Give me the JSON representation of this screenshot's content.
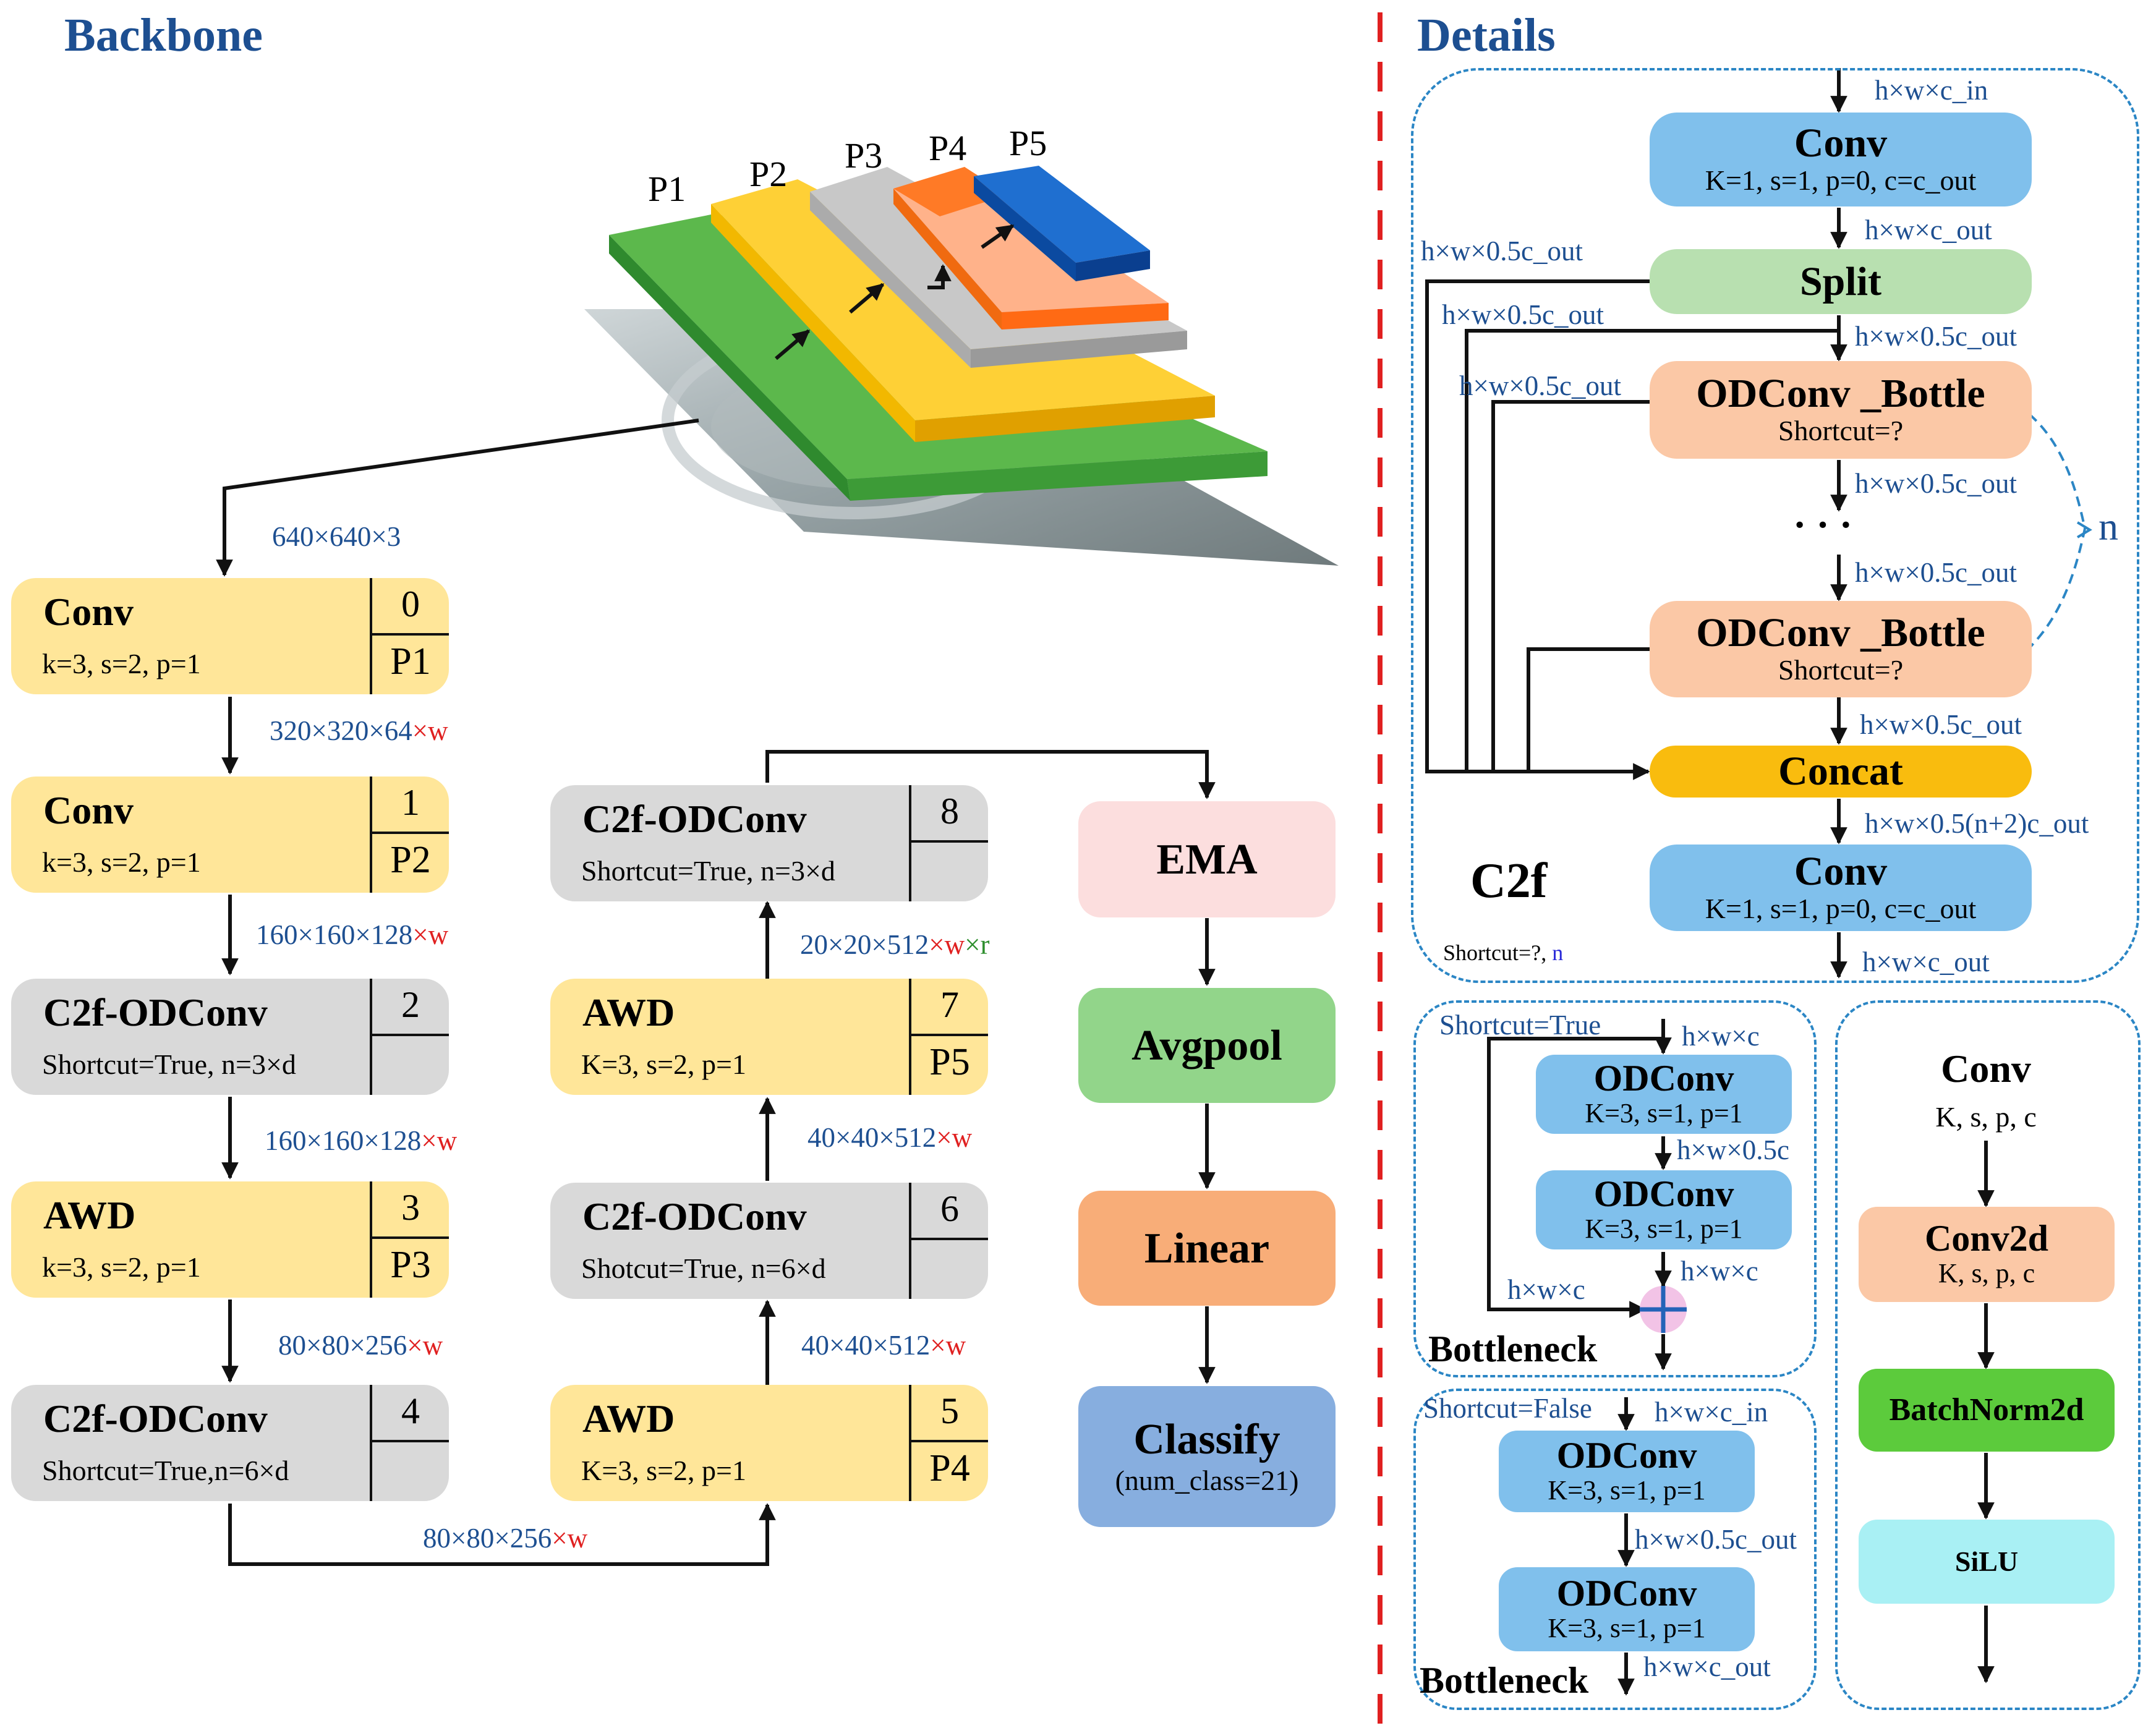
{
  "headers": {
    "backbone": "Backbone",
    "details": "Details"
  },
  "colors": {
    "yellow": "#ffe699",
    "gray": "#d9d9d9",
    "ema": "#fcdede",
    "avgpool": "#92d58a",
    "linear": "#f8ad78",
    "classify": "#87aedf",
    "blue": "#80c0ec",
    "split": "#b8e0b0",
    "bottle": "#fbc8a6",
    "concat": "#f9bc0e",
    "bn": "#5ccb3c",
    "silu": "#a9f0f4",
    "text_blue": "#1d4f91",
    "text_red": "#e02020",
    "divider": "#e02020",
    "panel_border": "#2b86c5"
  },
  "pyramid": {
    "image": "road-scene-photo",
    "labels": [
      "P1",
      "P2",
      "P3",
      "P4",
      "P5"
    ]
  },
  "backbone": {
    "input_dim": "640×640×3",
    "blocks": [
      {
        "title": "Conv",
        "sub": "k=3, s=2, p=1",
        "index": "0",
        "p": "P1"
      },
      {
        "title": "Conv",
        "sub": "k=3, s=2, p=1",
        "index": "1",
        "p": "P2"
      },
      {
        "title": "C2f-ODConv",
        "sub": "Shortcut=True, n=3×d",
        "index": "2",
        "p": ""
      },
      {
        "title": "AWD",
        "sub": "k=3, s=2, p=1",
        "index": "3",
        "p": "P3"
      },
      {
        "title": "C2f-ODConv",
        "sub": "Shortcut=True,n=6×d",
        "index": "4",
        "p": ""
      },
      {
        "title": "AWD",
        "sub": "K=3, s=2, p=1",
        "index": "5",
        "p": "P4"
      },
      {
        "title": "C2f-ODConv",
        "sub": "Shotcut=True, n=6×d",
        "index": "6",
        "p": ""
      },
      {
        "title": "AWD",
        "sub": "K=3, s=2, p=1",
        "index": "7",
        "p": "P5"
      },
      {
        "title": "C2f-ODConv",
        "sub": "Shortcut=True, n=3×d",
        "index": "8",
        "p": ""
      }
    ],
    "dims": {
      "d01": "320×320×64",
      "d12": "160×160×128",
      "d23": "160×160×128",
      "d34": "80×80×256",
      "d45": "80×80×256",
      "d56": "40×40×512",
      "d67": "40×40×512",
      "d78": "20×20×512",
      "w": "×w",
      "r": "×r"
    },
    "head": {
      "ema": "EMA",
      "avgpool": "Avgpool",
      "linear": "Linear",
      "classify": "Classify",
      "classify_sub": "(num_class=21)"
    }
  },
  "c2f": {
    "label": "C2f",
    "shortcut_prefix": "Shortcut=?, ",
    "shortcut_n": "n",
    "n_label": "n",
    "dots": "· · ·",
    "conv1": {
      "title": "Conv",
      "sub": "K=1, s=1, p=0, c=c_out"
    },
    "split": "Split",
    "bottle1": {
      "title": "ODConv _Bottle",
      "sub": "Shortcut=?"
    },
    "bottle2": {
      "title": "ODConv _Bottle",
      "sub": "Shortcut=?"
    },
    "concat": "Concat",
    "conv2": {
      "title": "Conv",
      "sub": "K=1, s=1, p=0, c=c_out"
    },
    "dims": {
      "in": "h×w×c_in",
      "after_conv": "h×w×c_out",
      "split_left": "h×w×0.5c_out",
      "branch2": "h×w×0.5c_out",
      "branch3": "h×w×0.5c_out",
      "after_split": "h×w×0.5c_out",
      "after_b1": "h×w×0.5c_out",
      "before_b2": "h×w×0.5c_out",
      "after_b2": "h×w×0.5c_out",
      "after_concat": "h×w×0.5(n+2)c_out",
      "out": "h×w×c_out"
    }
  },
  "bottleneck_true": {
    "shortcut": "Shortcut=True",
    "label": "Bottleneck",
    "od1": {
      "title": "ODConv",
      "sub": "K=3, s=1, p=1"
    },
    "od2": {
      "title": "ODConv",
      "sub": "K=3, s=1, p=1"
    },
    "dims": {
      "in": "h×w×c",
      "mid": "h×w×0.5c",
      "out": "h×w×c",
      "skip": "h×w×c"
    }
  },
  "bottleneck_false": {
    "shortcut": "Shortcut=False",
    "label": "Bottleneck",
    "od1": {
      "title": "ODConv",
      "sub": "K=3, s=1, p=1"
    },
    "od2": {
      "title": "ODConv",
      "sub": "K=3, s=1, p=1"
    },
    "dims": {
      "in": "h×w×c_in",
      "mid": "h×w×0.5c_out",
      "out": "h×w×c_out"
    }
  },
  "conv_detail": {
    "title": "Conv",
    "sub": "K, s, p, c",
    "conv2d": {
      "title": "Conv2d",
      "sub": "K, s, p, c"
    },
    "bn": "BatchNorm2d",
    "silu": "SiLU"
  }
}
